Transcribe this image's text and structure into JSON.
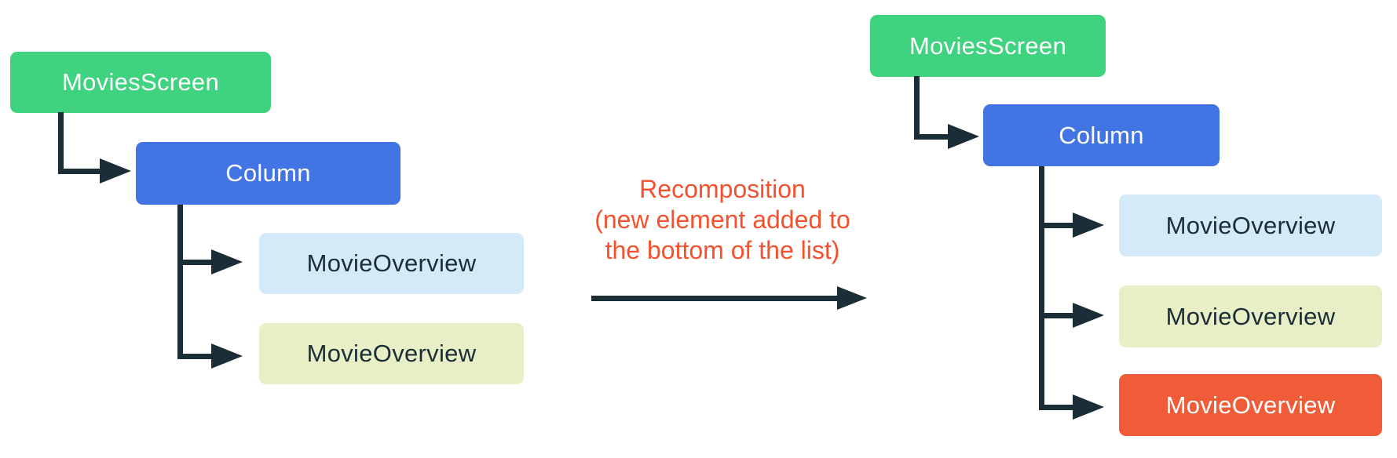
{
  "left_tree": {
    "root": {
      "label": "MoviesScreen"
    },
    "child": {
      "label": "Column"
    },
    "leaves": [
      {
        "label": "MovieOverview"
      },
      {
        "label": "MovieOverview"
      }
    ]
  },
  "right_tree": {
    "root": {
      "label": "MoviesScreen"
    },
    "child": {
      "label": "Column"
    },
    "leaves": [
      {
        "label": "MovieOverview"
      },
      {
        "label": "MovieOverview"
      },
      {
        "label": "MovieOverview"
      }
    ]
  },
  "annotation": {
    "text": "Recomposition\n(new element added to\nthe bottom of the list)"
  },
  "colors": {
    "root_green": "#3FD27F",
    "column_blue": "#4374E3",
    "leaf_light_blue": "#D4EAF9",
    "leaf_light_green": "#E8EFC6",
    "leaf_highlight_orange": "#F05B38",
    "connector_dark": "#1B2D36",
    "annotation_orange": "#F4512E"
  }
}
